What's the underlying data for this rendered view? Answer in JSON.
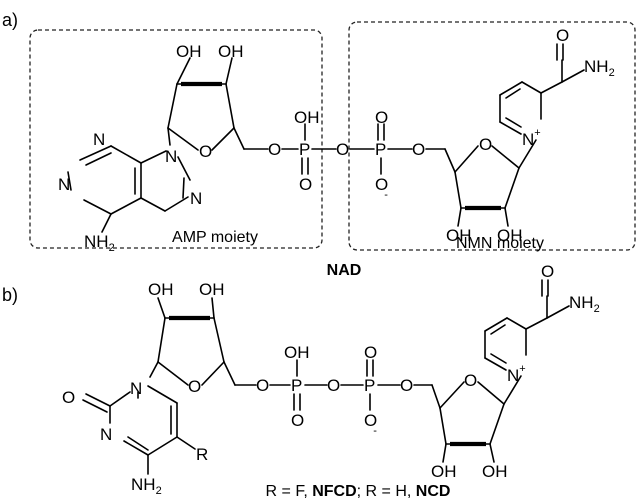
{
  "panels": {
    "a": "a)",
    "b": "b)"
  },
  "moieties": {
    "amp": "AMP moiety",
    "nmn": "NMN moiety"
  },
  "molecule_a_name": "NAD",
  "atoms": {
    "OH": "OH",
    "O": "O",
    "N": "N",
    "P": "P",
    "NH": "NH",
    "H2_sub": "2",
    "plus": "+",
    "minus": "-",
    "R": "R"
  },
  "caption_b": {
    "r_eq_f": "R = F, ",
    "nfcd": "NFCD",
    "sep": "; R = H, ",
    "ncd": "NCD"
  }
}
